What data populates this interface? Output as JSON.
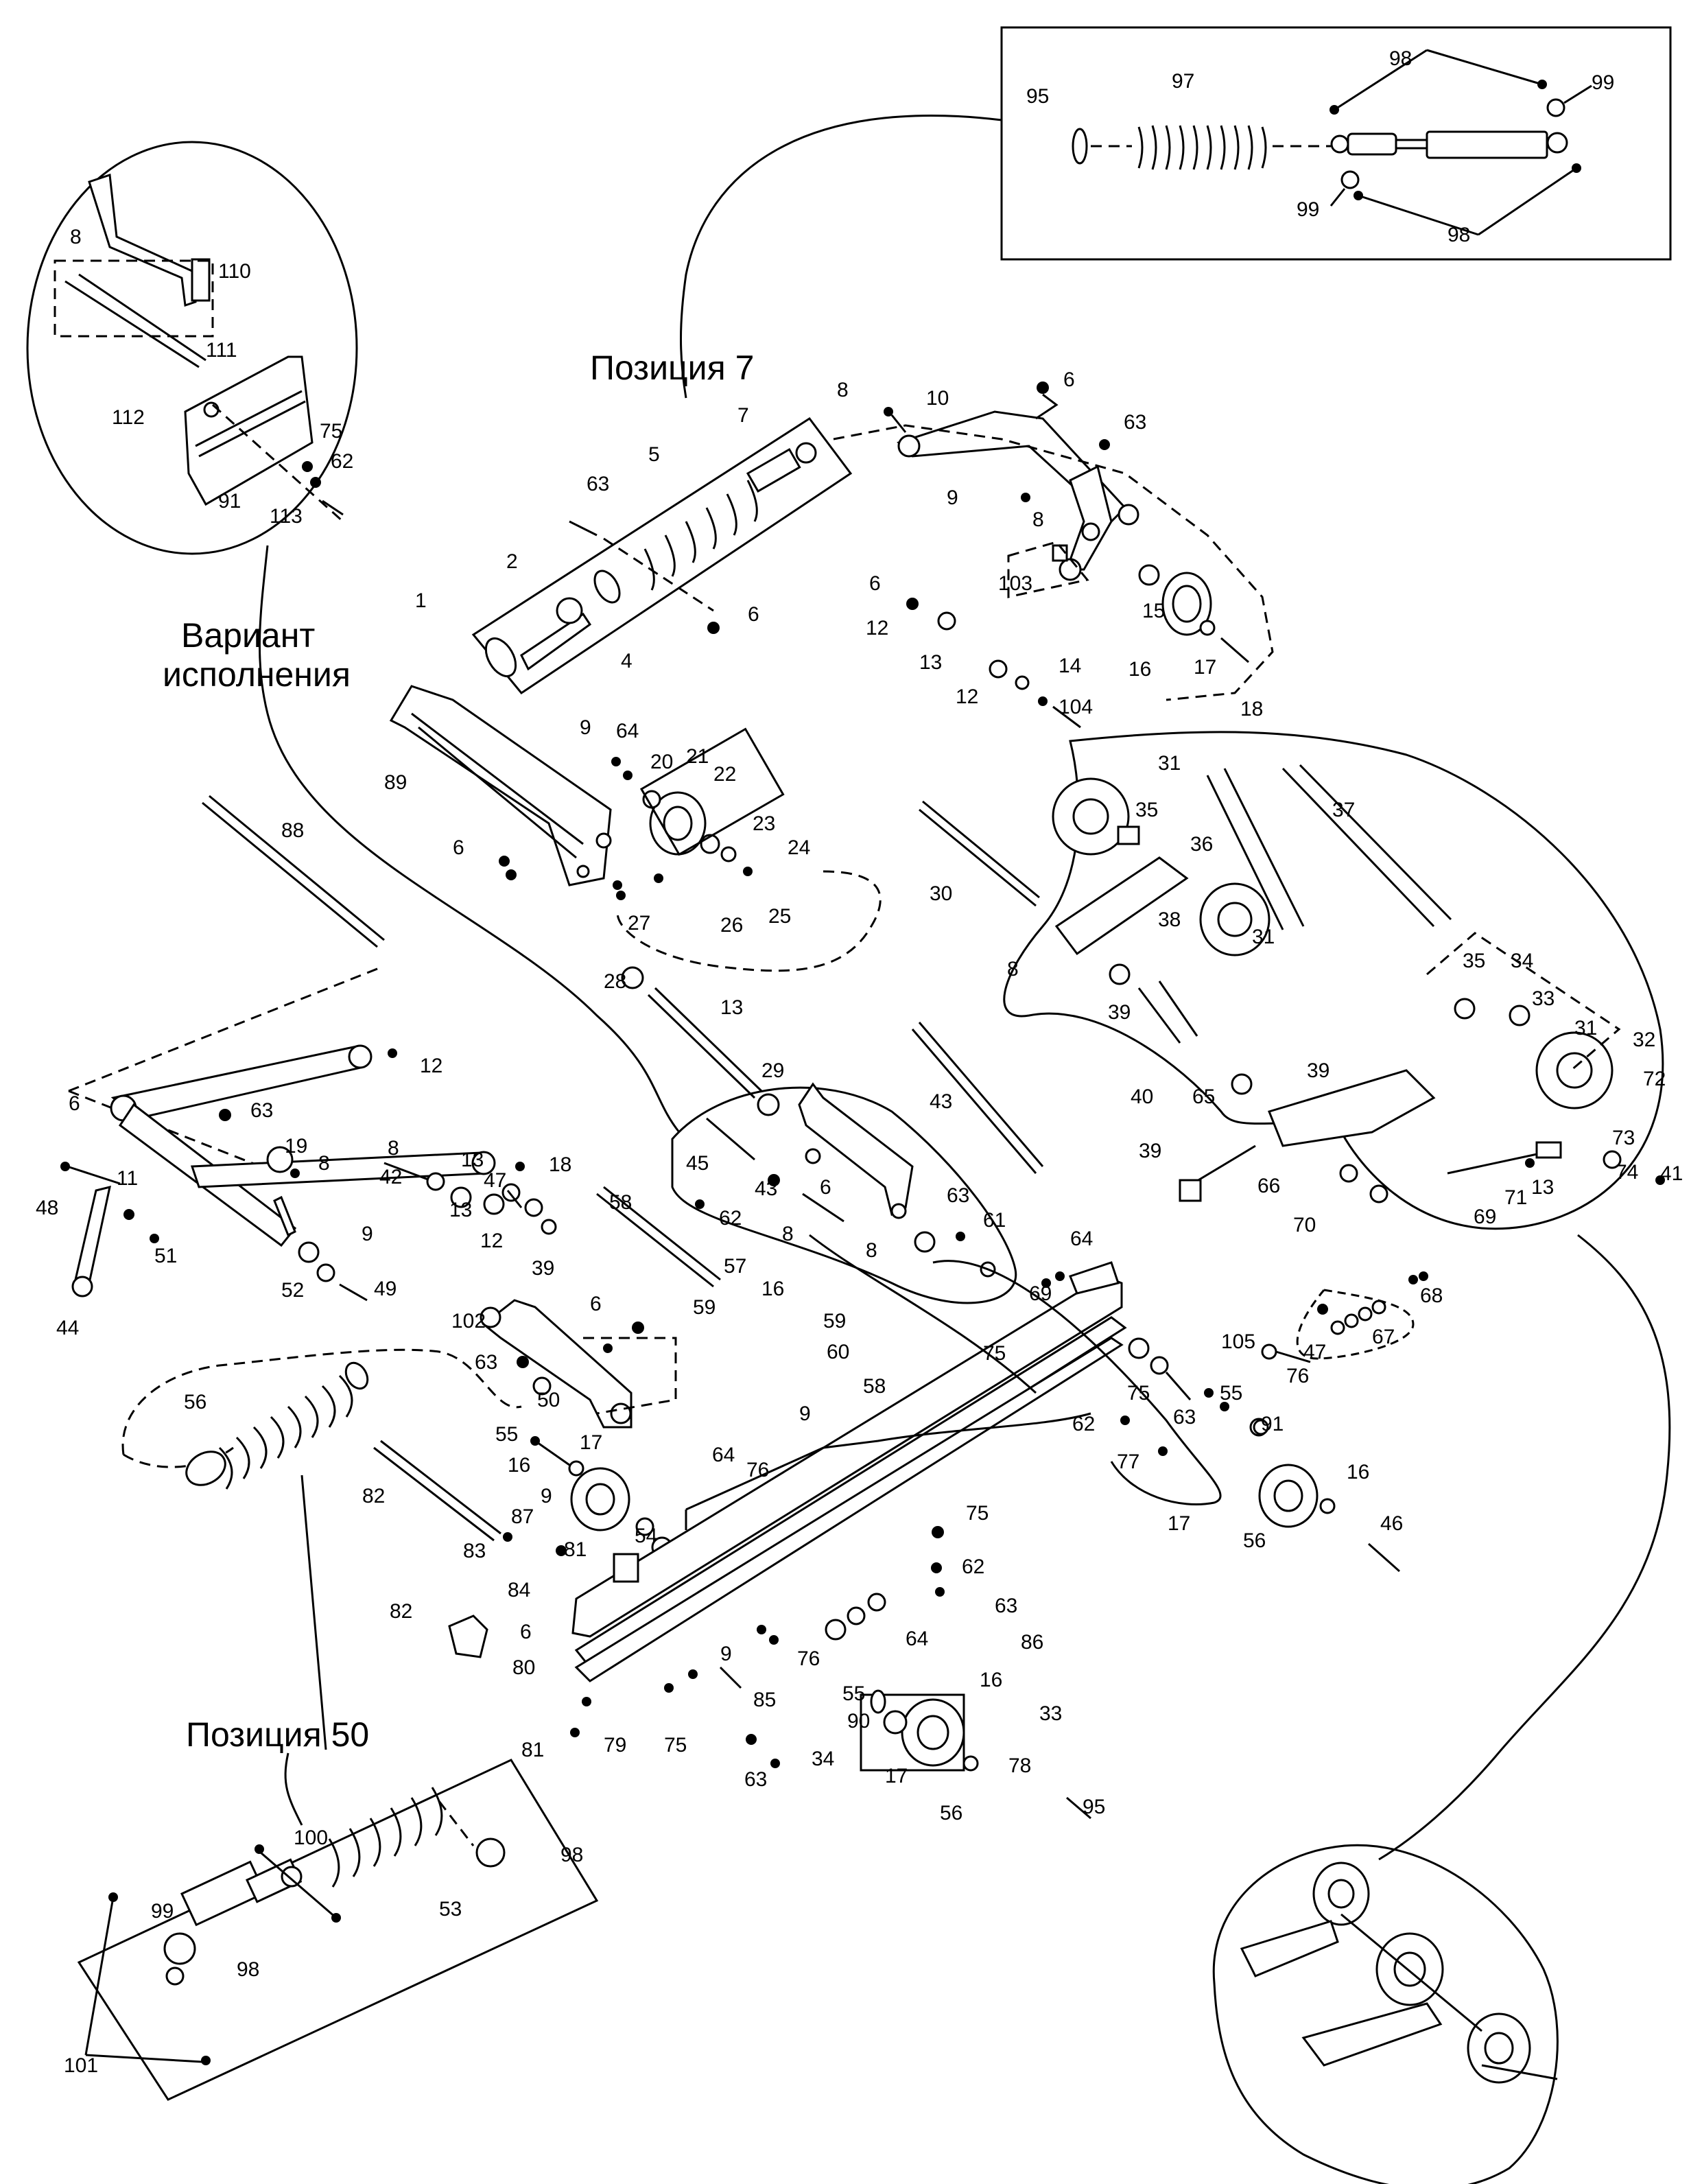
{
  "captions": {
    "pos7": "Позиция 7",
    "pos50": "Позиция 50",
    "variant_line1": "Вариант",
    "variant_line2": "исполнения"
  },
  "labels": [
    {
      "id": "n95a",
      "text": "95"
    },
    {
      "id": "n97",
      "text": "97"
    },
    {
      "id": "n98a",
      "text": "98"
    },
    {
      "id": "n99a",
      "text": "99"
    },
    {
      "id": "n99b",
      "text": "99"
    },
    {
      "id": "n98b",
      "text": "98"
    },
    {
      "id": "n8a",
      "text": "8"
    },
    {
      "id": "n110",
      "text": "110"
    },
    {
      "id": "n111",
      "text": "111"
    },
    {
      "id": "n112",
      "text": "112"
    },
    {
      "id": "n75a",
      "text": "75"
    },
    {
      "id": "n62a",
      "text": "62"
    },
    {
      "id": "n91a",
      "text": "91"
    },
    {
      "id": "n113",
      "text": "113"
    },
    {
      "id": "n7",
      "text": "7"
    },
    {
      "id": "n5",
      "text": "5"
    },
    {
      "id": "n63a",
      "text": "63"
    },
    {
      "id": "n2",
      "text": "2"
    },
    {
      "id": "n1",
      "text": "1"
    },
    {
      "id": "n4",
      "text": "4"
    },
    {
      "id": "n6a",
      "text": "6"
    },
    {
      "id": "n8b",
      "text": "8"
    },
    {
      "id": "n10",
      "text": "10"
    },
    {
      "id": "n6b",
      "text": "6"
    },
    {
      "id": "n63b",
      "text": "63"
    },
    {
      "id": "n9a",
      "text": "9"
    },
    {
      "id": "n8c",
      "text": "8"
    },
    {
      "id": "n103",
      "text": "103"
    },
    {
      "id": "n6c",
      "text": "6"
    },
    {
      "id": "n12a",
      "text": "12"
    },
    {
      "id": "n13a",
      "text": "13"
    },
    {
      "id": "n15",
      "text": "15"
    },
    {
      "id": "n16a",
      "text": "16"
    },
    {
      "id": "n17a",
      "text": "17"
    },
    {
      "id": "n18a",
      "text": "18"
    },
    {
      "id": "n14",
      "text": "14"
    },
    {
      "id": "n12b",
      "text": "12"
    },
    {
      "id": "n104",
      "text": "104"
    },
    {
      "id": "n89",
      "text": "89"
    },
    {
      "id": "n9b",
      "text": "9"
    },
    {
      "id": "n64a",
      "text": "64"
    },
    {
      "id": "n20",
      "text": "20"
    },
    {
      "id": "n21",
      "text": "21"
    },
    {
      "id": "n22",
      "text": "22"
    },
    {
      "id": "n23",
      "text": "23"
    },
    {
      "id": "n24",
      "text": "24"
    },
    {
      "id": "n25",
      "text": "25"
    },
    {
      "id": "n26",
      "text": "26"
    },
    {
      "id": "n27",
      "text": "27"
    },
    {
      "id": "n6d",
      "text": "6"
    },
    {
      "id": "n88",
      "text": "88"
    },
    {
      "id": "n31a",
      "text": "31"
    },
    {
      "id": "n35a",
      "text": "35"
    },
    {
      "id": "n37",
      "text": "37"
    },
    {
      "id": "n36",
      "text": "36"
    },
    {
      "id": "n30",
      "text": "30"
    },
    {
      "id": "n38",
      "text": "38"
    },
    {
      "id": "n31b",
      "text": "31"
    },
    {
      "id": "n8d",
      "text": "8"
    },
    {
      "id": "n39a",
      "text": "39"
    },
    {
      "id": "n40",
      "text": "40"
    },
    {
      "id": "n35b",
      "text": "35"
    },
    {
      "id": "n34a",
      "text": "34"
    },
    {
      "id": "n33a",
      "text": "33"
    },
    {
      "id": "n31c",
      "text": "31"
    },
    {
      "id": "n32",
      "text": "32"
    },
    {
      "id": "n72",
      "text": "72"
    },
    {
      "id": "n73",
      "text": "73"
    },
    {
      "id": "n74",
      "text": "74"
    },
    {
      "id": "n41",
      "text": "41"
    },
    {
      "id": "n39b",
      "text": "39"
    },
    {
      "id": "n65",
      "text": "65"
    },
    {
      "id": "n39c",
      "text": "39"
    },
    {
      "id": "n66",
      "text": "66"
    },
    {
      "id": "n70",
      "text": "70"
    },
    {
      "id": "n69a",
      "text": "69"
    },
    {
      "id": "n71",
      "text": "71"
    },
    {
      "id": "n13b",
      "text": "13"
    },
    {
      "id": "n28",
      "text": "28"
    },
    {
      "id": "n13c",
      "text": "13"
    },
    {
      "id": "n29",
      "text": "29"
    },
    {
      "id": "n43a",
      "text": "43"
    },
    {
      "id": "n45",
      "text": "45"
    },
    {
      "id": "n6e",
      "text": "6"
    },
    {
      "id": "n43b",
      "text": "43"
    },
    {
      "id": "n8e",
      "text": "8"
    },
    {
      "id": "n62b",
      "text": "62"
    },
    {
      "id": "n63c",
      "text": "63"
    },
    {
      "id": "n61",
      "text": "61"
    },
    {
      "id": "n8f",
      "text": "8"
    },
    {
      "id": "n42",
      "text": "42"
    },
    {
      "id": "n6f",
      "text": "6"
    },
    {
      "id": "n63d",
      "text": "63"
    },
    {
      "id": "n19",
      "text": "19"
    },
    {
      "id": "n12c",
      "text": "12"
    },
    {
      "id": "n13d",
      "text": "13"
    },
    {
      "id": "n47a",
      "text": "47"
    },
    {
      "id": "n8g",
      "text": "8"
    },
    {
      "id": "n8h",
      "text": "8"
    },
    {
      "id": "n18b",
      "text": "18"
    },
    {
      "id": "n48",
      "text": "48"
    },
    {
      "id": "n11",
      "text": "11"
    },
    {
      "id": "n13e",
      "text": "13"
    },
    {
      "id": "n12d",
      "text": "12"
    },
    {
      "id": "n39d",
      "text": "39"
    },
    {
      "id": "n9c",
      "text": "9"
    },
    {
      "id": "n51",
      "text": "51"
    },
    {
      "id": "n52",
      "text": "52"
    },
    {
      "id": "n49",
      "text": "49"
    },
    {
      "id": "n44",
      "text": "44"
    },
    {
      "id": "n58a",
      "text": "58"
    },
    {
      "id": "n57",
      "text": "57"
    },
    {
      "id": "n59a",
      "text": "59"
    },
    {
      "id": "n16b",
      "text": "16"
    },
    {
      "id": "n59b",
      "text": "59"
    },
    {
      "id": "n60",
      "text": "60"
    },
    {
      "id": "n58b",
      "text": "58"
    },
    {
      "id": "n9d",
      "text": "9"
    },
    {
      "id": "n64b",
      "text": "64"
    },
    {
      "id": "n69b",
      "text": "69"
    },
    {
      "id": "n68",
      "text": "68"
    },
    {
      "id": "n67",
      "text": "67"
    },
    {
      "id": "n47b",
      "text": "47"
    },
    {
      "id": "n105",
      "text": "105"
    },
    {
      "id": "n76a",
      "text": "76"
    },
    {
      "id": "n75b",
      "text": "75"
    },
    {
      "id": "n55a",
      "text": "55"
    },
    {
      "id": "n63e",
      "text": "63"
    },
    {
      "id": "n91b",
      "text": "91"
    },
    {
      "id": "n75c",
      "text": "75"
    },
    {
      "id": "n62c",
      "text": "62"
    },
    {
      "id": "n77",
      "text": "77"
    },
    {
      "id": "n17b",
      "text": "17"
    },
    {
      "id": "n16c",
      "text": "16"
    },
    {
      "id": "n56a",
      "text": "56"
    },
    {
      "id": "n46",
      "text": "46"
    },
    {
      "id": "n102",
      "text": "102"
    },
    {
      "id": "n6g",
      "text": "6"
    },
    {
      "id": "n63f",
      "text": "63"
    },
    {
      "id": "n50",
      "text": "50"
    },
    {
      "id": "n56b",
      "text": "56"
    },
    {
      "id": "n55b",
      "text": "55"
    },
    {
      "id": "n16d",
      "text": "16"
    },
    {
      "id": "n17c",
      "text": "17"
    },
    {
      "id": "n9e",
      "text": "9"
    },
    {
      "id": "n64c",
      "text": "64"
    },
    {
      "id": "n76b",
      "text": "76"
    },
    {
      "id": "n54",
      "text": "54"
    },
    {
      "id": "n82a",
      "text": "82"
    },
    {
      "id": "n87",
      "text": "87"
    },
    {
      "id": "n83",
      "text": "83"
    },
    {
      "id": "n81a",
      "text": "81"
    },
    {
      "id": "n84",
      "text": "84"
    },
    {
      "id": "n82b",
      "text": "82"
    },
    {
      "id": "n6h",
      "text": "6"
    },
    {
      "id": "n75d",
      "text": "75"
    },
    {
      "id": "n62d",
      "text": "62"
    },
    {
      "id": "n63g",
      "text": "63"
    },
    {
      "id": "n86",
      "text": "86"
    },
    {
      "id": "n64d",
      "text": "64"
    },
    {
      "id": "n9f",
      "text": "9"
    },
    {
      "id": "n76c",
      "text": "76"
    },
    {
      "id": "n55c",
      "text": "55"
    },
    {
      "id": "n90",
      "text": "90"
    },
    {
      "id": "n80",
      "text": "80"
    },
    {
      "id": "n85",
      "text": "85"
    },
    {
      "id": "n81b",
      "text": "81"
    },
    {
      "id": "n79",
      "text": "79"
    },
    {
      "id": "n75e",
      "text": "75"
    },
    {
      "id": "n63h",
      "text": "63"
    },
    {
      "id": "n34b",
      "text": "34"
    },
    {
      "id": "n16e",
      "text": "16"
    },
    {
      "id": "n33b",
      "text": "33"
    },
    {
      "id": "n17d",
      "text": "17"
    },
    {
      "id": "n78",
      "text": "78"
    },
    {
      "id": "n56c",
      "text": "56"
    },
    {
      "id": "n95b",
      "text": "95"
    },
    {
      "id": "n98c",
      "text": "98"
    },
    {
      "id": "n100",
      "text": "100"
    },
    {
      "id": "n53",
      "text": "53"
    },
    {
      "id": "n99c",
      "text": "99"
    },
    {
      "id": "n98d",
      "text": "98"
    },
    {
      "id": "n101",
      "text": "101"
    }
  ]
}
